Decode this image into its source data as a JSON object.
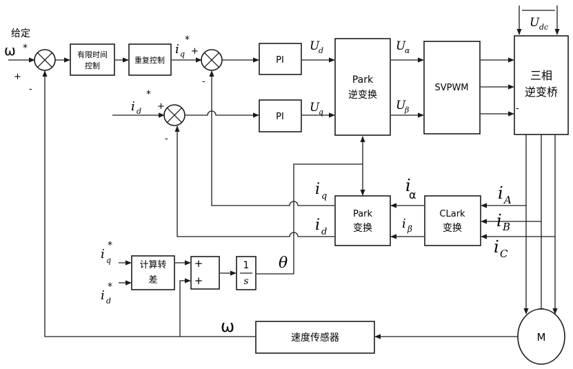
{
  "blocks": {
    "finite_time": [
      "有限时间",
      "控制"
    ],
    "repetitive": "重复控制",
    "pi_q": "PI",
    "pi_d": "PI",
    "park_inv": [
      "Park",
      "逆变换"
    ],
    "svpwm": "SVPWM",
    "inverter": [
      "三相",
      "逆变桥"
    ],
    "park": [
      "Park",
      "变换"
    ],
    "clark": [
      "CLark",
      "变换"
    ],
    "calc_slip": [
      "计算转",
      "差"
    ],
    "integrator_num": "1",
    "integrator_den": "s",
    "speed_sensor": "速度传感器",
    "motor": "M"
  },
  "signals": {
    "given": "给定",
    "omega": "ω",
    "star": "*",
    "iq": "i",
    "iq_sub": "q",
    "id": "i",
    "id_sub": "d",
    "Ud": "U",
    "Ud_sub": "d",
    "Uq": "U",
    "Uq_sub": "q",
    "Ualpha": "U",
    "Ualpha_sub": "α",
    "Ubeta": "U",
    "Ubeta_sub": "β",
    "Udc": "U",
    "Udc_sub": "dc",
    "ialpha": "i",
    "ialpha_sub": "α",
    "ibeta": "i",
    "ibeta_sub": "β",
    "iA": "i",
    "iA_sub": "A",
    "iB": "i",
    "iB_sub": "B",
    "iC": "i",
    "iC_sub": "C",
    "theta": "θ",
    "omega_fb": "ω"
  },
  "signs": {
    "plus": "+",
    "minus": "-"
  }
}
